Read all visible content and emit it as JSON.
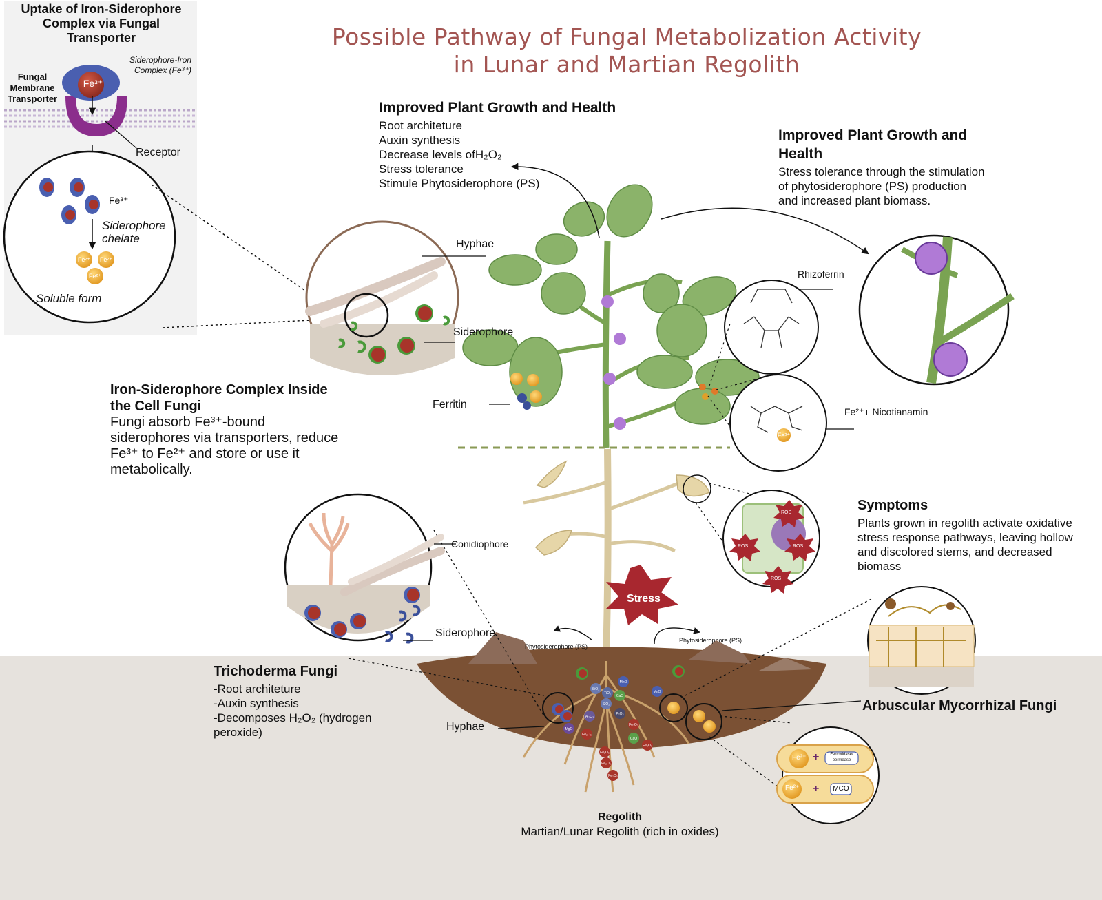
{
  "title": {
    "line1": "Possible Pathway of Fungal Metabolization Activity",
    "line2": "in Lunar and Martian Regolith"
  },
  "inset": {
    "heading": "Uptake of Iron-Siderophore Complex via Fungal Transporter",
    "membrane_label": "Fungal Membrane Transporter",
    "complex_label": "Siderophore-Iron Complex (Fe³⁺)",
    "receptor_label": "Receptor",
    "fe3_label": "Fe³⁺",
    "chelate_label": "Siderophore chelate",
    "soluble_label": "Soluble form",
    "fe3_badge": "Fe³⁺",
    "fe2_badge": "Fe²⁺"
  },
  "plant_growth_top": {
    "heading": "Improved Plant Growth and Health",
    "items": [
      "Root architeture",
      "Auxin synthesis",
      "Decrease levels ofH₂O₂",
      "Stress tolerance",
      "Stimule Phytosiderophore (PS)"
    ]
  },
  "plant_growth_right": {
    "heading": "Improved Plant Growth and Health",
    "body": "Stress tolerance through the stimulation of phytosiderophore (PS) production and increased plant biomass."
  },
  "iron_complex": {
    "heading": "Iron-Siderophore Complex Inside the Cell Fungi",
    "body": "Fungi absorb Fe³⁺-bound siderophores via transporters, reduce Fe³⁺ to Fe²⁺ and store or use it metabolically."
  },
  "labels": {
    "hyphae_top": "Hyphae",
    "siderophore_top": "Siderophore",
    "ferritin": "Ferritin",
    "rhizoferrin": "Rhizoferrin",
    "nicotianamin": "Fe²⁺+ Nicotianamin",
    "conidiophore": "Conidiophore",
    "siderophore_bottom": "Siderophore",
    "hyphae_bottom": "Hyphae",
    "stress": "Stress",
    "ps_left": "Phytosiderophore (PS)",
    "ps_right": "Phytosiderophore (PS)",
    "ros": "ROS",
    "fe2": "Fe²⁺",
    "fe3": "Fe³⁺",
    "ferroxidase": "Ferroxidase/ permease",
    "mco": "MCO",
    "plus": "+"
  },
  "symptoms": {
    "heading": "Symptoms",
    "body": "Plants grown in regolith activate oxidative stress response pathways, leaving hollow and discolored stems, and decreased biomass"
  },
  "trichoderma": {
    "heading": "Trichoderma Fungi",
    "items": [
      "-Root architeture",
      "-Auxin synthesis",
      "-Decomposes H₂O₂ (hydrogen peroxide)"
    ]
  },
  "amf": {
    "heading": "Arbuscular Mycorrhizal Fungi"
  },
  "regolith": {
    "heading": "Regolith",
    "sub": "Martian/Lunar Regolith (rich in oxides)"
  },
  "oxides": [
    "SiO₂",
    "TiO₂",
    "SiO₂",
    "CaO",
    "MnO",
    "P₂O₅",
    "Fe₂O₃",
    "Al₂O₃",
    "MgO",
    "Fe₂O₃",
    "CaO",
    "Fe₂O₃",
    "Fe₂O₃",
    "Fe₂O₃",
    "MnO",
    "Fe₂O₃"
  ],
  "colors": {
    "title": "#a35552",
    "leaf": "#8bb36a",
    "leaf_dark": "#5f8c45",
    "stem": "#7aa352",
    "soil": "#7b5134",
    "ground": "#e6e2dd",
    "flower": "#b07ad6",
    "iron_orange": "#f0b53a",
    "iron_red": "#a8342a",
    "siderophore_green": "#4a9a3a",
    "siderophore_blue": "#4a5fb0",
    "stress_red": "#a8272f"
  }
}
